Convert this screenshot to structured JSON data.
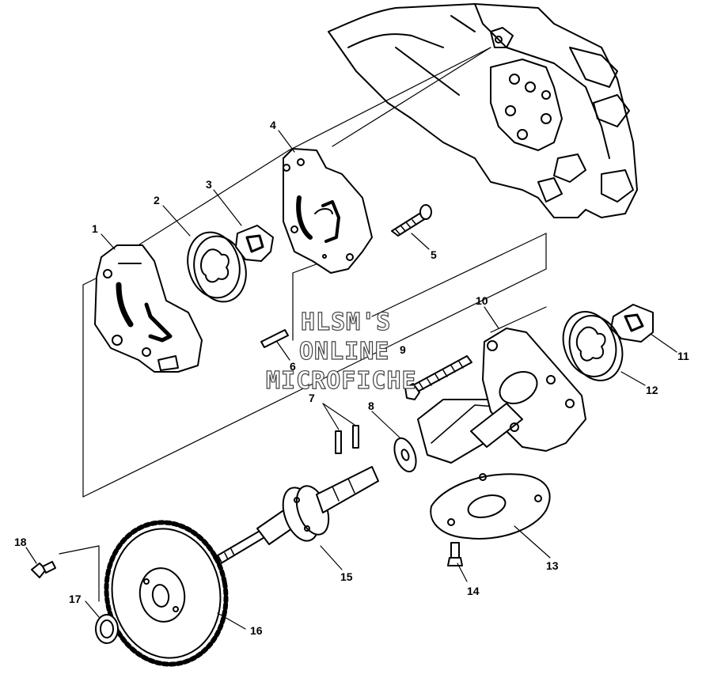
{
  "diagram": {
    "callouts": [
      {
        "id": "1",
        "label": "1"
      },
      {
        "id": "2",
        "label": "2"
      },
      {
        "id": "3",
        "label": "3"
      },
      {
        "id": "4",
        "label": "4"
      },
      {
        "id": "5",
        "label": "5"
      },
      {
        "id": "6",
        "label": "6"
      },
      {
        "id": "7",
        "label": "7"
      },
      {
        "id": "8",
        "label": "8"
      },
      {
        "id": "9",
        "label": "9"
      },
      {
        "id": "10",
        "label": "10"
      },
      {
        "id": "11",
        "label": "11"
      },
      {
        "id": "12",
        "label": "12"
      },
      {
        "id": "13",
        "label": "13"
      },
      {
        "id": "14",
        "label": "14"
      },
      {
        "id": "15",
        "label": "15"
      },
      {
        "id": "16",
        "label": "16"
      },
      {
        "id": "17",
        "label": "17"
      },
      {
        "id": "18",
        "label": "18"
      }
    ]
  },
  "watermark": {
    "line1": "HLSM'S",
    "line2": "ONLINE",
    "line3": "MICROFICHE"
  }
}
